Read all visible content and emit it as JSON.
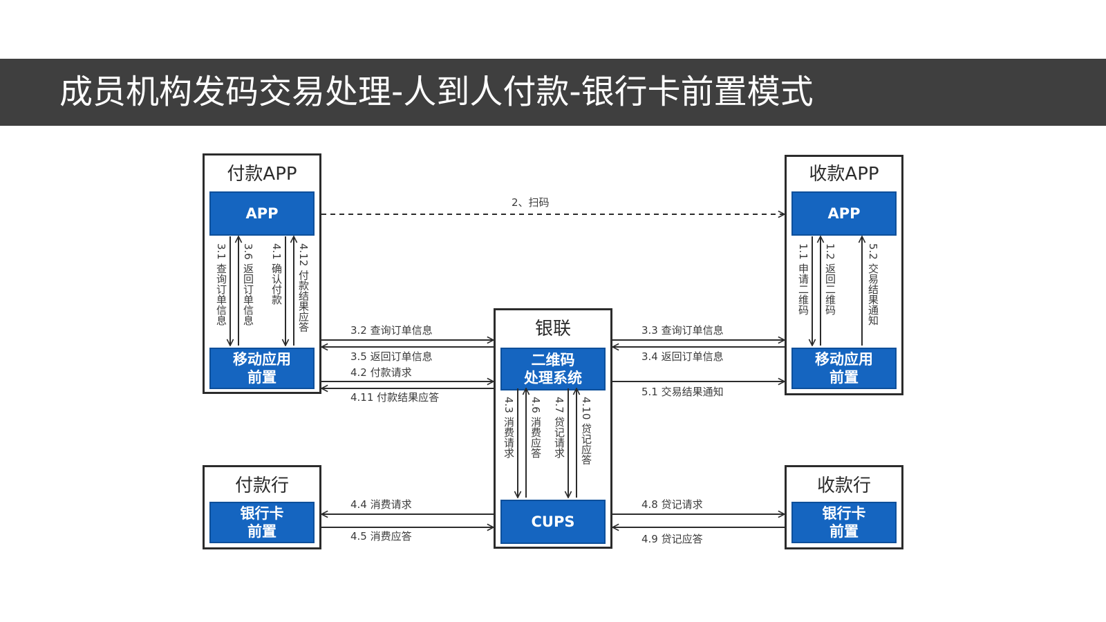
{
  "title": "成员机构发码交易处理-人到人付款-银行卡前置模式",
  "nodes": {
    "payer_app": {
      "title": "付款APP",
      "top": "APP",
      "bottom": "移动应用\n前置"
    },
    "payee_app": {
      "title": "收款APP",
      "top": "APP",
      "bottom": "移动应用\n前置"
    },
    "unionpay": {
      "title": "银联",
      "top": "二维码\n处理系统",
      "bottom": "CUPS"
    },
    "payer_bank": {
      "title": "付款行",
      "inner": "银行卡\n前置"
    },
    "payee_bank": {
      "title": "收款行",
      "inner": "银行卡\n前置"
    }
  },
  "flows": {
    "f2": "2、扫码",
    "f31": "3.1 查询订单信息",
    "f36": "3.6 返回订单信息",
    "f41": "4.1 确认付款",
    "f412": "4.12 付款结果应答",
    "f11": "1.1 申请二维码",
    "f12": "1.2 返回二维码",
    "f52": "5.2 交易结果通知",
    "f32": "3.2 查询订单信息",
    "f35": "3.5 返回订单信息",
    "f42": "4.2 付款请求",
    "f411": "4.11 付款结果应答",
    "f33": "3.3 查询订单信息",
    "f34": "3.4 返回订单信息",
    "f51": "5.1 交易结果通知",
    "f43": "4.3 消费请求",
    "f46": "4.6 消费应答",
    "f47": "4.7 贷记请求",
    "f410": "4.10 贷记应答",
    "f44": "4.4 消费请求",
    "f45": "4.5 消费应答",
    "f48": "4.8 贷记请求",
    "f49": "4.9 贷记应答"
  },
  "colors": {
    "inner_fill": "#1565c0",
    "title_bar": "#3f3f3f",
    "line": "#2b2b2b"
  }
}
